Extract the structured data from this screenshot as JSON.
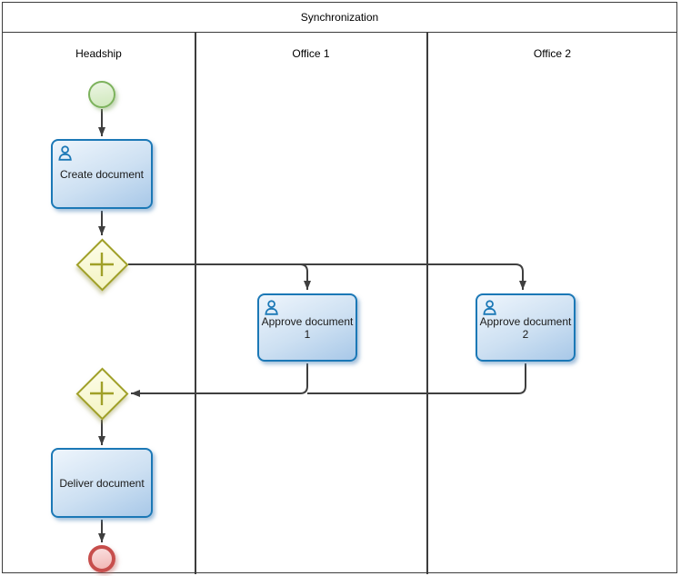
{
  "pool": {
    "title": "Synchronization"
  },
  "lanes": [
    {
      "label": "Headship"
    },
    {
      "label": "Office 1"
    },
    {
      "label": "Office 2"
    }
  ],
  "nodes": {
    "start_event": {
      "kind": "start-event"
    },
    "create_task": {
      "line1": "Create document",
      "line2": ""
    },
    "gateway_split": {
      "kind": "parallel-gateway"
    },
    "approve1_task": {
      "line1": "Approve document",
      "line2": "1"
    },
    "approve2_task": {
      "line1": "Approve document",
      "line2": "2"
    },
    "gateway_join": {
      "kind": "parallel-gateway"
    },
    "deliver_task": {
      "line1": "Deliver document",
      "line2": ""
    },
    "end_event": {
      "kind": "end-event"
    }
  },
  "icons": {
    "task_actor": "user-icon",
    "gateway_symbol": "plus-icon"
  },
  "colors": {
    "task_border": "#1b78b6",
    "task_fill_light": "#eef5fc",
    "task_fill_dark": "#a8c8e8",
    "gateway_border": "#a0a028",
    "gateway_fill": "#fcfcdf",
    "start_border": "#7cb25c",
    "start_fill": "#d9edc8",
    "end_border": "#c74e4c",
    "end_fill": "#f5c8c6",
    "connector": "#3f3f3f",
    "pool_border": "#3c3c3c",
    "text": "#000000"
  }
}
